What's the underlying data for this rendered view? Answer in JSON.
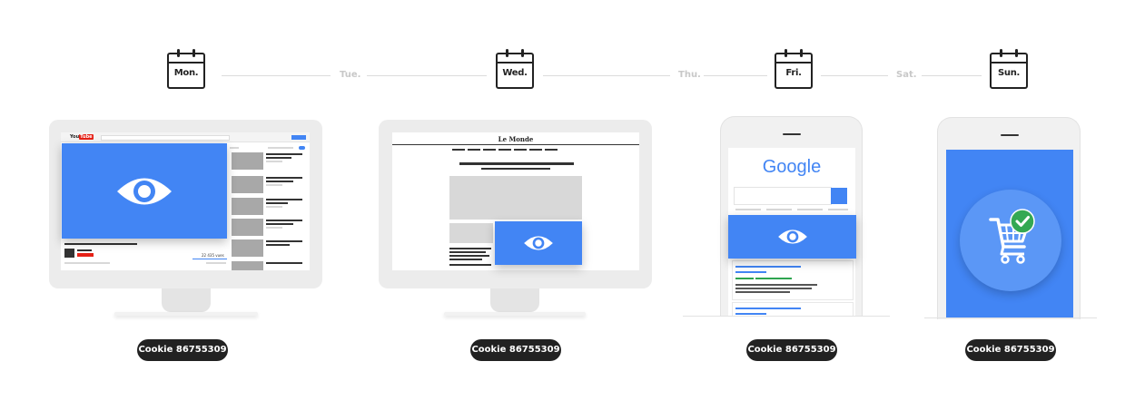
{
  "days": {
    "mon": "Mon.",
    "tue": "Tue.",
    "wed": "Wed.",
    "thu": "Thu.",
    "fri": "Fri.",
    "sat": "Sat.",
    "sun": "Sun."
  },
  "cookie_label": "Cookie 86755309",
  "youtube": {
    "logo_a": "You",
    "logo_b": "Tube",
    "views": "22 435 vues"
  },
  "lemonde": {
    "logo": "Le Monde"
  },
  "google": {
    "logo": "Google"
  },
  "colors": {
    "accent_blue": "#4285f4",
    "cookie_bg": "#222222",
    "check_green": "#34a853"
  },
  "icons": {
    "calendar": "calendar-icon",
    "eye": "eye-icon",
    "cart": "shopping-cart-icon",
    "check": "check-badge-icon"
  }
}
